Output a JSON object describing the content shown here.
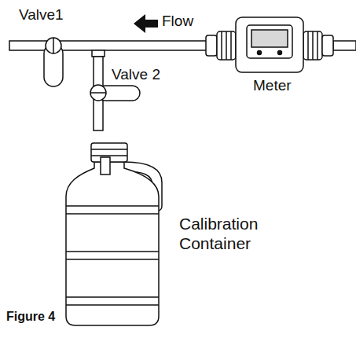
{
  "diagram": {
    "caption": "Figure 4",
    "labels": [
      "Valve1",
      "Flow",
      "Valve 2",
      "Meter",
      "Calibration Container"
    ]
  }
}
